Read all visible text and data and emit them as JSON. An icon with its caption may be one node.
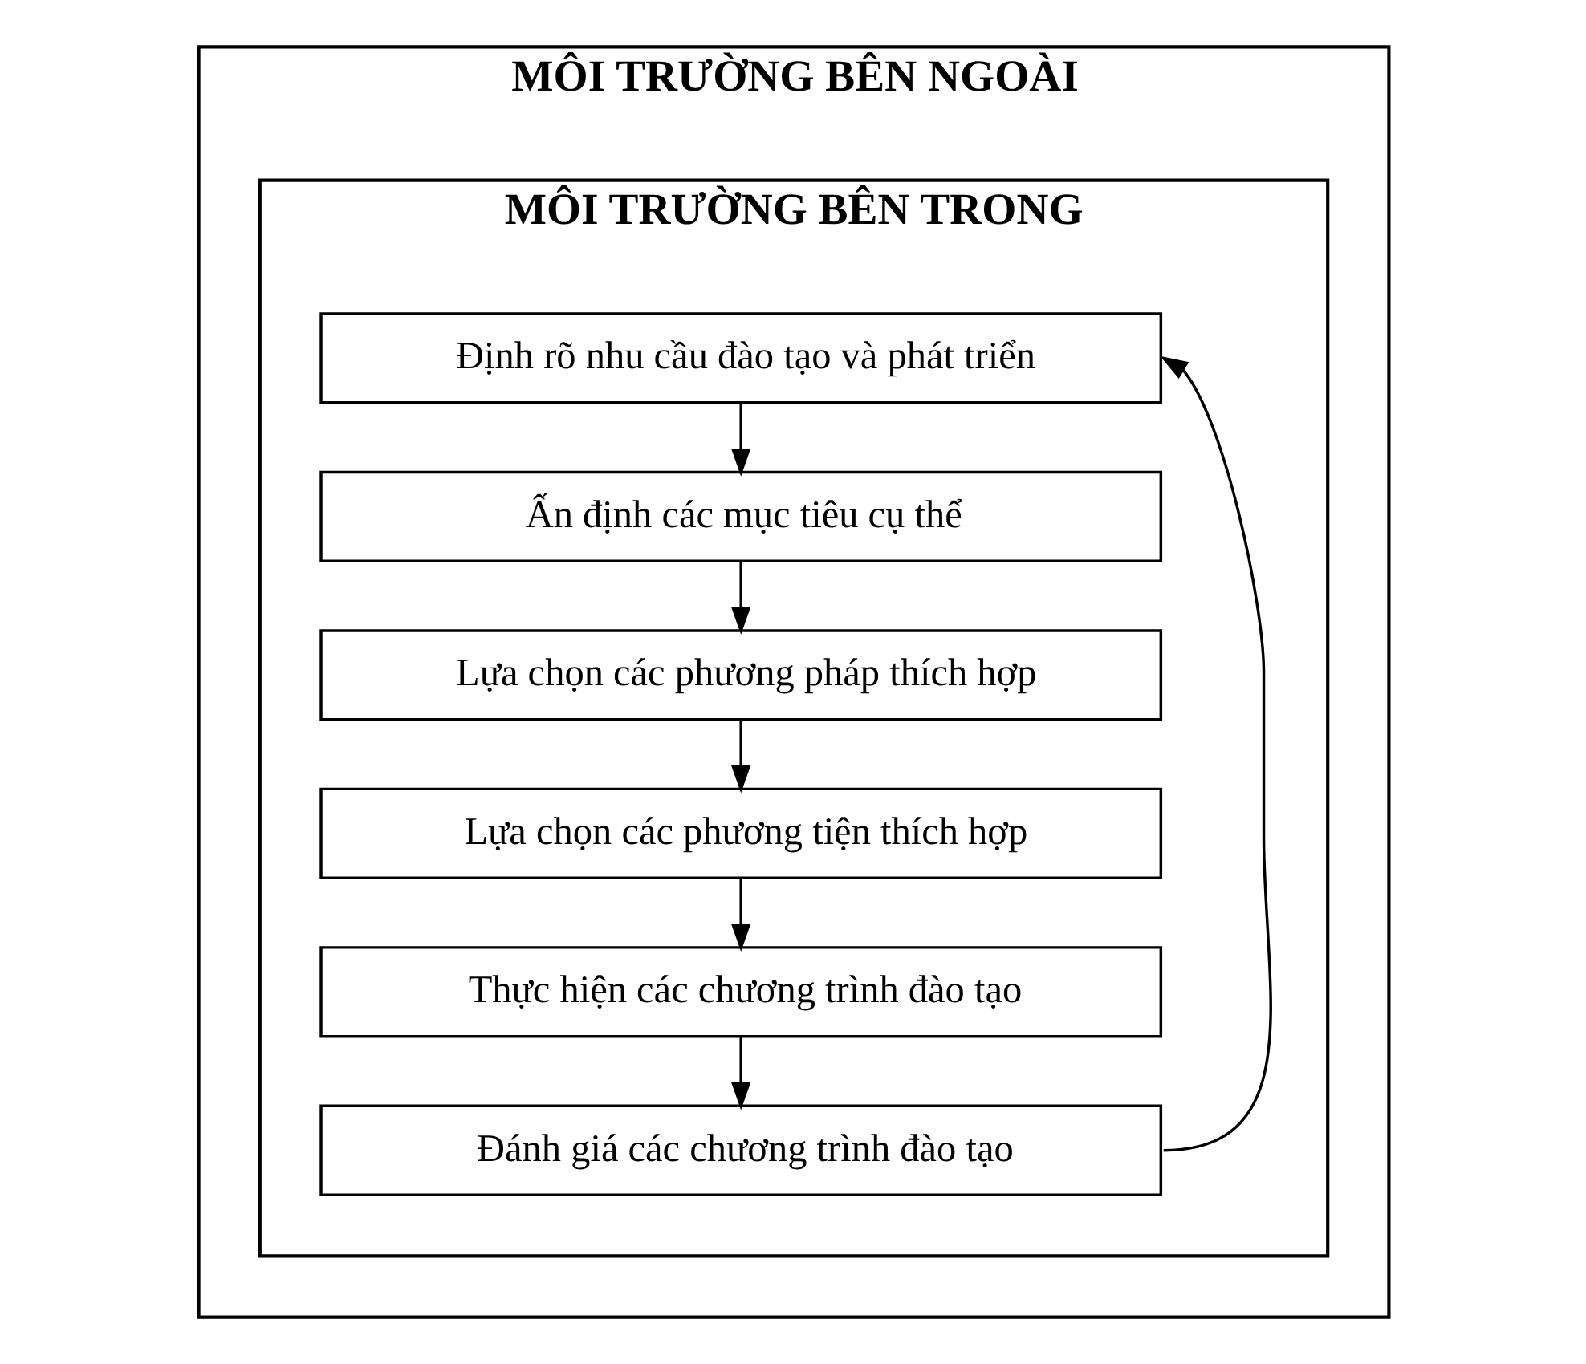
{
  "diagram": {
    "nodes": [
      {
        "text": [
          "MÔI TRƯỜNG BÊN NGOÀI"
        ]
      },
      {
        "text": [
          "MÔI TRƯỜNG BÊN TRONG"
        ],
        "in": 0
      },
      {
        "text": [
          "Định rõ nhu cầu đào tạo và phát triển"
        ],
        "in": 1
      },
      {
        "text": [
          "Ấn định các mục tiêu cụ thể"
        ],
        "in": 1
      },
      {
        "text": [
          "Lựa chọn các phương pháp thích hợp"
        ],
        "in": 1
      },
      {
        "text": [
          "Lựa chọn các phương tiện thích hợp"
        ],
        "in": 1
      },
      {
        "text": [
          "Thực hiện các chương trình đào tạo"
        ],
        "in": 1
      },
      {
        "text": [
          "Đánh giá các chương trình đào tạo"
        ],
        "in": 1
      }
    ],
    "edges": [
      {
        "from": 2,
        "to": 3,
        "arrow": "to"
      },
      {
        "from": 3,
        "to": 4,
        "arrow": "to"
      },
      {
        "from": 4,
        "to": 5,
        "arrow": "to"
      },
      {
        "from": 5,
        "to": 6,
        "arrow": "to"
      },
      {
        "from": 6,
        "to": 7,
        "arrow": "to"
      },
      {
        "from": 7,
        "to": 2,
        "arrow": "to"
      }
    ]
  }
}
